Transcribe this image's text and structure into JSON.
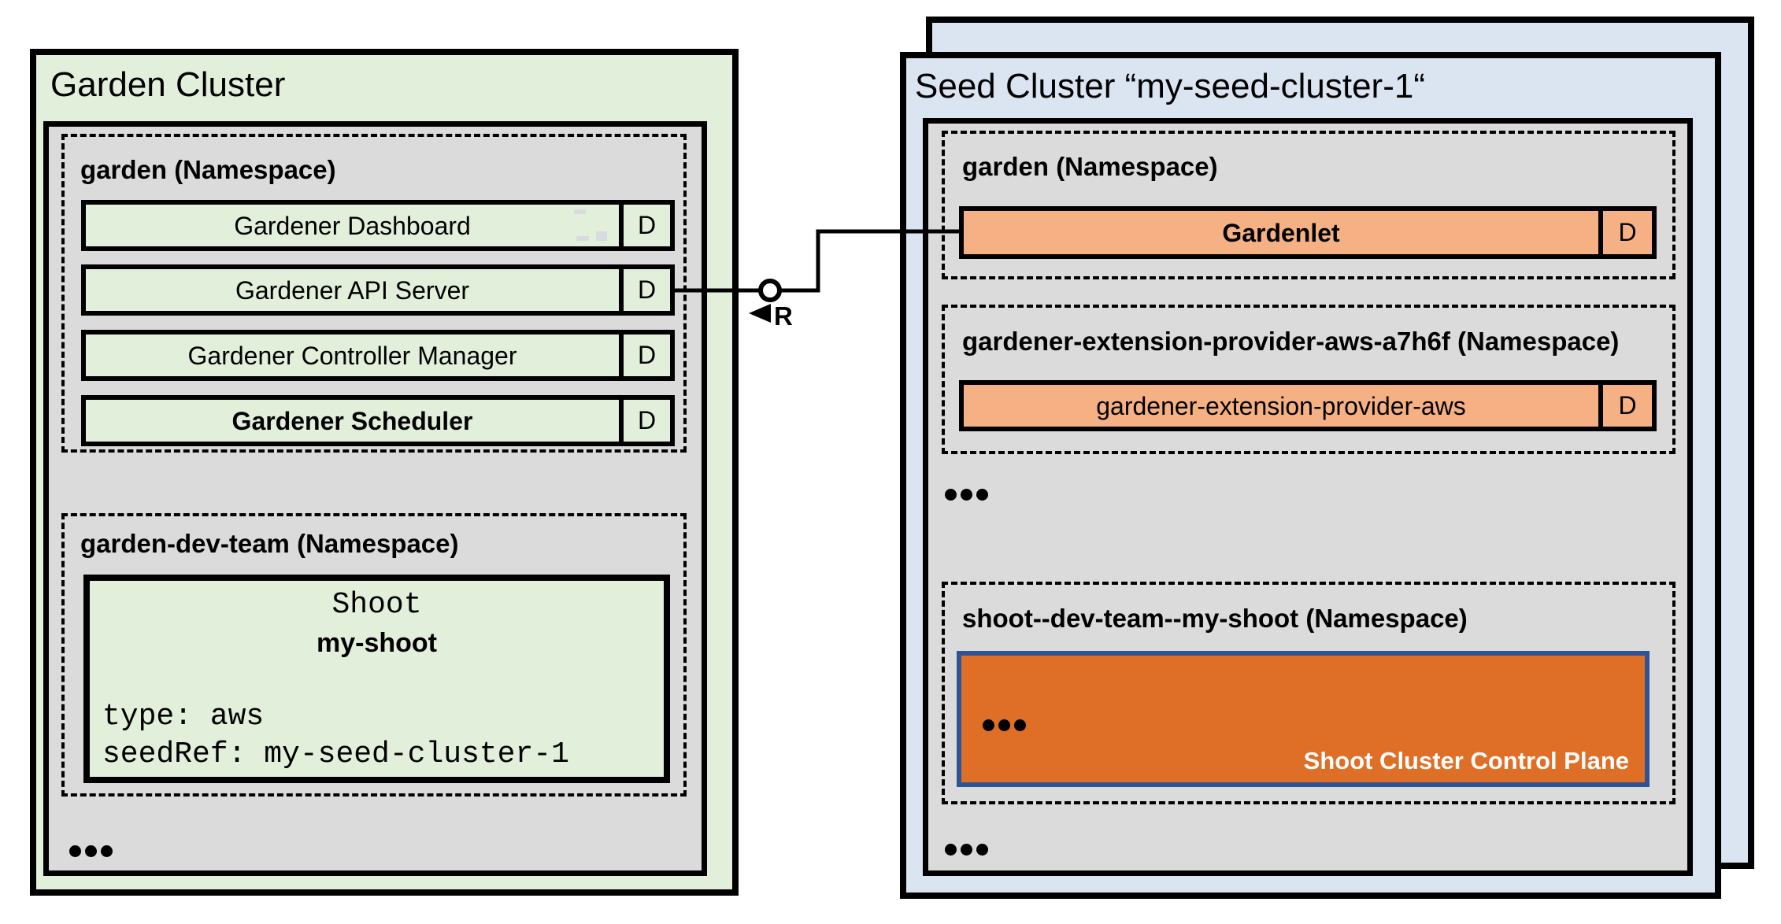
{
  "colors": {
    "garden_green": "#E2EFDA",
    "namespace_gray": "#DBDBDB",
    "seed_blue": "#DBE5F2",
    "component_orange": "#F5B183",
    "control_plane_orange": "#DF6E26",
    "control_plane_border_blue": "#2F5496",
    "line_black": "#000000"
  },
  "garden_cluster": {
    "title": "Garden Cluster",
    "garden_namespace": {
      "label": "garden (Namespace)",
      "components": [
        {
          "name": "Gardener Dashboard",
          "badge": "D"
        },
        {
          "name": "Gardener API Server",
          "badge": "D"
        },
        {
          "name": "Gardener Controller Manager",
          "badge": "D"
        },
        {
          "name": "Gardener Scheduler",
          "badge": "D"
        }
      ]
    },
    "dev_namespace": {
      "label": "garden-dev-team (Namespace)",
      "shoot": {
        "kind": "Shoot",
        "name": "my-shoot",
        "spec": [
          "type: aws",
          "seedRef: my-seed-cluster-1"
        ]
      }
    },
    "ellipsis": "..."
  },
  "seed_cluster": {
    "title": "Seed Cluster “my-seed-cluster-1“",
    "garden_namespace": {
      "label": "garden (Namespace)",
      "components": [
        {
          "name": "Gardenlet",
          "badge": "D"
        }
      ]
    },
    "extension_namespace": {
      "label": "gardener-extension-provider-aws-a7h6f (Namespace)",
      "components": [
        {
          "name": "gardener-extension-provider-aws",
          "badge": "D"
        }
      ]
    },
    "ellipsis_1": "...",
    "shoot_namespace": {
      "label": "shoot--dev-team--my-shoot (Namespace)",
      "control_plane": {
        "label": "Shoot Cluster Control Plane",
        "ellipsis": "..."
      }
    },
    "ellipsis_2": "..."
  },
  "connector": {
    "label": "R"
  }
}
